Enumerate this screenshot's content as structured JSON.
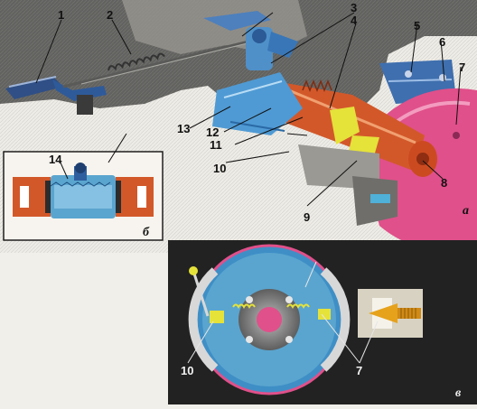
{
  "figure": {
    "panel_letters": {
      "b": "б",
      "c": "в",
      "a": "а"
    },
    "callouts": {
      "c1": "1",
      "c2": "2",
      "c3": "3",
      "c4": "4",
      "c5": "5",
      "c6": "6",
      "c7a": "7",
      "c7b": "7",
      "c8": "8",
      "c9": "9",
      "c10a": "10",
      "c10b": "10",
      "c11": "11",
      "c12": "12",
      "c13": "13",
      "c14": "14"
    }
  },
  "colors": {
    "background": "#f1efe9",
    "drum_magenta": "#e0508a",
    "axle_orange": "#d2582a",
    "cylinder_blue": "#5aa5cf",
    "adjuster_yellow": "#e5e23a",
    "panel_dark": "#222222"
  }
}
